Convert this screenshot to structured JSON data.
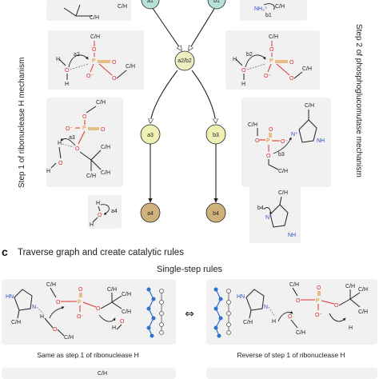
{
  "section_c": {
    "letter": "c",
    "title": "Traverse graph and create catalytic rules",
    "subtitle": "Single-step rules",
    "equiv_symbol": "⇔",
    "caption_left": "Same as step 1 of ribonuclease H",
    "caption_right": "Reverse of step 1 of ribonuclease H"
  },
  "side_labels": {
    "left": "Step 1 of ribonuclease H mechanism",
    "right": "Step 2 of phosphoglucomutase mechanism"
  },
  "graph_nodes": {
    "a1": "a1",
    "b1": "b1",
    "a2b2": "a2/b2",
    "a3": "a3",
    "b3": "b3",
    "a4": "a4",
    "b4": "b4"
  },
  "molecule_labels": {
    "ch": "C/H",
    "h": "H",
    "o": "O",
    "p": "P",
    "n": "N",
    "nh": "NH",
    "hn": "HN",
    "o_minus": "O⁻",
    "n_plus": "N⁺",
    "nh3_plus": "NH₃⁺",
    "a2": "a2",
    "b1_arrow": "b1",
    "b2": "b2",
    "a3_arrow": "a3",
    "b3_arrow": "b3",
    "a4_arrow": "a4",
    "b4_arrow": "b4"
  },
  "colors": {
    "node_a1": "#b7e0d9",
    "node_b1": "#b7e0d9",
    "node_a2b2": "#f0efc4",
    "node_a3": "#eef1b3",
    "node_b3": "#eef1b3",
    "node_a4": "#cfb17c",
    "node_b4": "#cfb17c",
    "oxygen": "#d9302c",
    "nitrogen": "#2a4fbf",
    "phosphorus": "#e08a1e",
    "panel": "#f1f1f1",
    "graph_blue": "#2e74c9"
  }
}
